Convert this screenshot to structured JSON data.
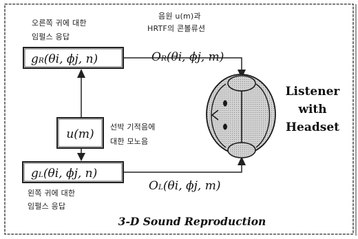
{
  "labels": {
    "right_response": "오른쪽 귀에 대한\n임펄스 응답",
    "convolution": "음원 u(m)과\nHRTF의 콘볼류션",
    "source": "선박 기적음에\n대한 모노음",
    "left_response": "왼쪽 귀에 대한\n임펄스 응답",
    "listener": "Listener\nwith\nHeadset",
    "caption": "3-D Sound Reproduction"
  },
  "math": {
    "g_right": {
      "base": "g",
      "sub": "R",
      "args": "(θi, ϕj, n)"
    },
    "g_left": {
      "base": "g",
      "sub": "L",
      "args": "(θi, ϕj, n)"
    },
    "o_right": {
      "base": "O",
      "sub": "R",
      "args": "(θi, ϕj, m)"
    },
    "o_left": {
      "base": "O",
      "sub": "L",
      "args": "(θi, ϕj, m)"
    },
    "source": "u(m)"
  },
  "colors": {
    "ink": "#1a1a1a",
    "head_fill": "#d2d2d2",
    "page": "#ffffff"
  },
  "icons": [
    "arrow-head",
    "listener-head-with-headset"
  ]
}
